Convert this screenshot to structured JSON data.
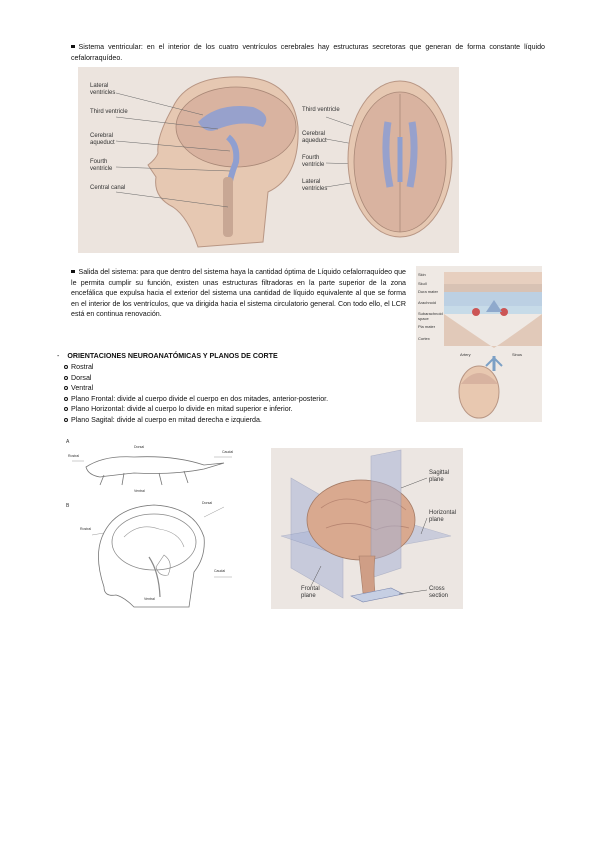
{
  "section1": {
    "bullet_text": "Sistema ventricular: en el interior de los cuatro ventrículos cerebrales hay estructuras secretoras que generan de forma constante líquido cefalorraquídeo."
  },
  "fig1": {
    "labels_side": [
      "Lateral ventricles",
      "Third ventricle",
      "Cerebral aqueduct",
      "Fourth ventricle",
      "Central canal"
    ],
    "labels_top": [
      "Third ventricle",
      "Cerebral aqueduct",
      "Fourth ventricle",
      "Lateral ventricles"
    ]
  },
  "section2": {
    "bullet_text": "Salida del sistema: para que dentro del sistema haya la cantidad óptima de Líquido cefalorraquídeo que le permita cumplir su función, existen unas estructuras filtradoras en la parte superior de la zona encefálica que expulsa hacia el exterior del sistema una cantidad de líquido equivalente al que se forma en el interior de los ventrículos, que va dirigida hacia el sistema circulatorio general. Con todo ello, el LCR está en continua renovación."
  },
  "fig2": {
    "labels": [
      "Skin",
      "Skull",
      "Dura mater",
      "Arachnoid",
      "Subarachnoid space",
      "Pia mater",
      "Cortex",
      "Artery",
      "Sinus"
    ]
  },
  "section3": {
    "heading_dash": "-",
    "heading": "ORIENTACIONES NEUROANATÓMICAS Y PLANOS DE CORTE",
    "items": [
      "Rostral",
      "Dorsal",
      "Ventral",
      "Plano Frontal: divide al cuerpo divide el cuerpo en dos mitades, anterior-posterior.",
      "Plano Horizontal: divide al cuerpo lo divide en mitad superior e inferior.",
      "Plano Sagital: divide al cuerpo en mitad derecha e izquierda."
    ]
  },
  "fig3": {
    "panel_a": "A",
    "panel_b": "B",
    "labels_a": [
      "Dorsal",
      "Rostral",
      "Caudal",
      "Ventral"
    ],
    "labels_b": [
      "Dorsal",
      "Rostral",
      "Caudal",
      "Ventral"
    ]
  },
  "fig4": {
    "labels": [
      "Sagittal plane",
      "Horizontal plane",
      "Frontal plane",
      "Cross section"
    ]
  },
  "colors": {
    "figure_bg": "#e9e1dc",
    "brain": "#d9b9a4",
    "ventricle": "#8f9fd0",
    "plane": "#a9b4d6"
  }
}
